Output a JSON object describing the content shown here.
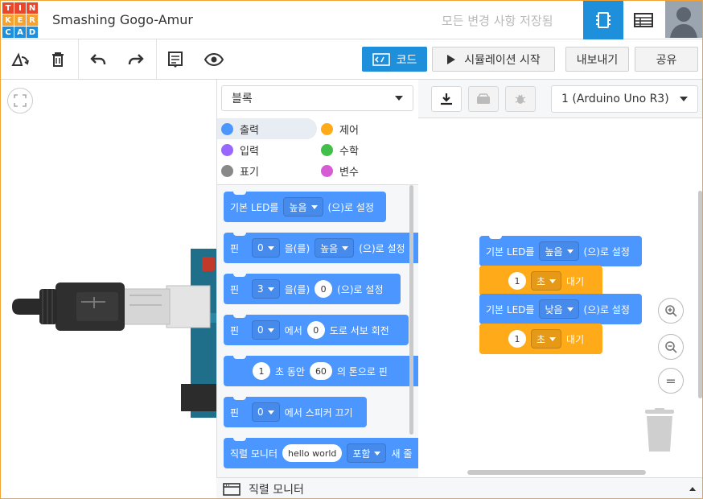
{
  "header": {
    "logo_letters": [
      "T",
      "I",
      "N",
      "K",
      "E",
      "R",
      "C",
      "A",
      "D"
    ],
    "logo_colors": [
      "#e8472b",
      "#e8472b",
      "#e8472b",
      "#f3a233",
      "#f3a233",
      "#f3a233",
      "#1e8fdb",
      "#1e8fdb",
      "#1e8fdb"
    ],
    "project_name": "Smashing Gogo-Amur",
    "save_status": "모든 변경 사항 저장됨"
  },
  "toolbar": {
    "code_label": "코드",
    "simulate_label": "시뮬레이션 시작",
    "export_label": "내보내기",
    "share_label": "공유"
  },
  "blocks_panel": {
    "dropdown_value": "블록",
    "categories": [
      {
        "label": "출력",
        "color": "#4c97ff"
      },
      {
        "label": "제어",
        "color": "#ffab19"
      },
      {
        "label": "입력",
        "color": "#9966ff"
      },
      {
        "label": "수학",
        "color": "#40bf4a"
      },
      {
        "label": "표기",
        "color": "#888888"
      },
      {
        "label": "변수",
        "color": "#d65cd6"
      }
    ],
    "blocks": {
      "b1": {
        "t1": "기본 LED를",
        "d1": "높음",
        "t2": "(으)로 설정"
      },
      "b2": {
        "t1": "핀",
        "d1": "0",
        "t2": "을(를)",
        "d2": "높음",
        "t3": "(으)로 설정"
      },
      "b3": {
        "t1": "핀",
        "d1": "3",
        "t2": "을(를)",
        "n1": "0",
        "t3": "(으)로 설정"
      },
      "b4": {
        "t1": "핀",
        "d1": "0",
        "t2": "에서",
        "n1": "0",
        "t3": "도로 서보 회전"
      },
      "b5": {
        "n1": "1",
        "t1": "초 동안",
        "n2": "60",
        "t2": "의 톤으로 핀"
      },
      "b6": {
        "t1": "핀",
        "d1": "0",
        "t2": "에서 스피커 끄기"
      },
      "b7": {
        "t1": "직렬 모니터",
        "n1": "hello world",
        "d1": "포함",
        "t2": "새 줄"
      }
    }
  },
  "code_area": {
    "device_value": "1 (Arduino Uno R3)",
    "script": {
      "s1": {
        "t1": "기본 LED를",
        "d1": "높음",
        "t2": "(으)로 설정"
      },
      "s2": {
        "n1": "1",
        "d1": "초",
        "t1": "대기"
      },
      "s3": {
        "t1": "기본 LED를",
        "d1": "낮음",
        "t2": "(으)로 설정"
      },
      "s4": {
        "n1": "1",
        "d1": "초",
        "t1": "대기"
      }
    },
    "zoom_reset_label": "="
  },
  "serial_monitor": {
    "label": "직렬 모니터"
  }
}
